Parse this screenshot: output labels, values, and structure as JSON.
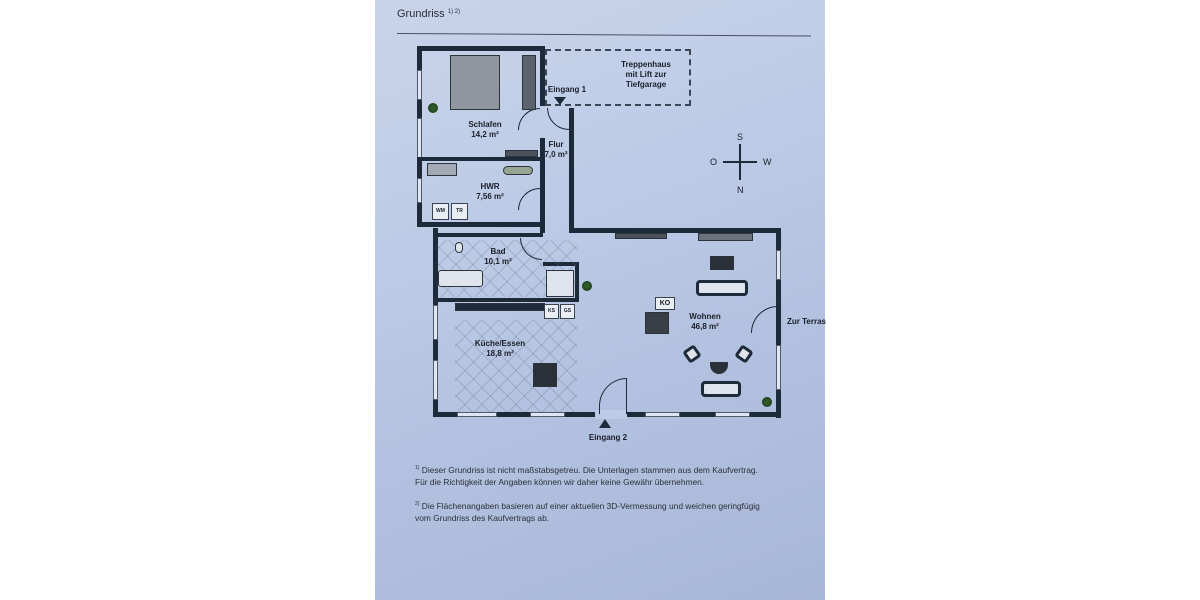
{
  "document": {
    "title": "Grundriss",
    "title_footnote_refs": "1) 2)"
  },
  "floorplan": {
    "rooms": [
      {
        "name": "Schlafen",
        "area": "14,2 m²"
      },
      {
        "name": "Flur",
        "area": "7,0 m²"
      },
      {
        "name": "HWR",
        "area": "7,56 m²"
      },
      {
        "name": "Bad",
        "area": "10,1 m²"
      },
      {
        "name": "Küche/Essen",
        "area": "18,8 m²"
      },
      {
        "name": "Wohnen",
        "area": "46,8 m²"
      }
    ],
    "stairwell": {
      "line1": "Treppenhaus",
      "line2": "mit Lift zur",
      "line3": "Tiefgarage"
    },
    "entrances": {
      "entrance1": "Eingang 1",
      "entrance2": "Eingang 2",
      "terrace": "Zur Terras"
    },
    "appliances": {
      "washer": "WM",
      "dryer": "TR",
      "fridge": "KS",
      "dishwasher": "GS",
      "ko": "KO"
    },
    "compass": {
      "north": "N",
      "south": "S",
      "east": "O",
      "west": "W"
    }
  },
  "footnotes": [
    {
      "ref": "1)",
      "line1": "Dieser Grundriss ist nicht maßstabsgetreu. Die Unterlagen stammen aus dem Kaufvertrag.",
      "line2": "Für die Richtigkeit der Angaben können wir daher keine Gewähr übernehmen."
    },
    {
      "ref": "2)",
      "line1": "Die Flächenangaben basieren auf einer aktuellen 3D-Vermessung und weichen geringfügig",
      "line2": "vom Grundriss des Kaufvertrags ab."
    }
  ]
}
